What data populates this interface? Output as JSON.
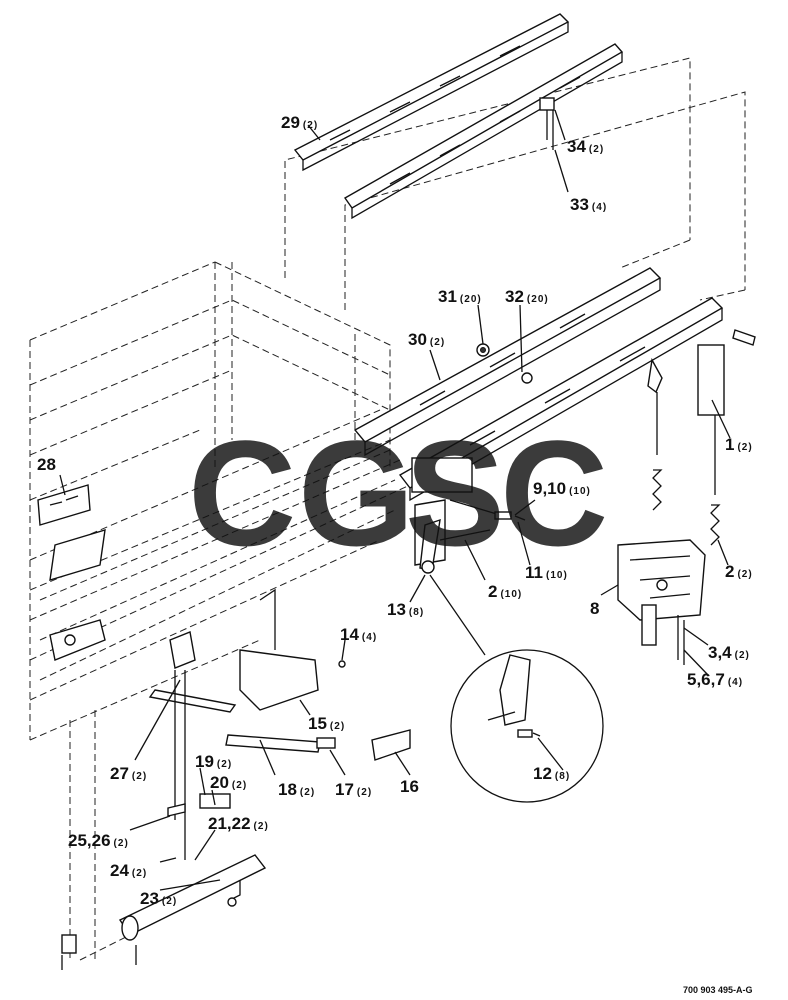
{
  "diagram": {
    "reference_code": "700 903 495-A-G",
    "watermark": {
      "letters": [
        "C",
        "G",
        "S",
        "C"
      ],
      "colors": [
        "#4f86f0",
        "#f2544b",
        "#f6c52e",
        "#2fa36a"
      ]
    },
    "callouts": [
      {
        "num": "29",
        "qty": "(2)"
      },
      {
        "num": "34",
        "qty": "(2)"
      },
      {
        "num": "33",
        "qty": "(4)"
      },
      {
        "num": "31",
        "qty": "(20)"
      },
      {
        "num": "32",
        "qty": "(20)"
      },
      {
        "num": "30",
        "qty": "(2)"
      },
      {
        "num": "1",
        "qty": "(2)"
      },
      {
        "num": "28",
        "qty": ""
      },
      {
        "num": "9,10",
        "qty": "(10)"
      },
      {
        "num": "11",
        "qty": "(10)"
      },
      {
        "num": "2",
        "qty": "(10)"
      },
      {
        "num": "2",
        "qty": "(2)"
      },
      {
        "num": "13",
        "qty": "(8)"
      },
      {
        "num": "8",
        "qty": ""
      },
      {
        "num": "14",
        "qty": "(4)"
      },
      {
        "num": "3,4",
        "qty": "(2)"
      },
      {
        "num": "5,6,7",
        "qty": "(4)"
      },
      {
        "num": "15",
        "qty": "(2)"
      },
      {
        "num": "12",
        "qty": "(8)"
      },
      {
        "num": "27",
        "qty": "(2)"
      },
      {
        "num": "19",
        "qty": "(2)"
      },
      {
        "num": "20",
        "qty": "(2)"
      },
      {
        "num": "18",
        "qty": "(2)"
      },
      {
        "num": "17",
        "qty": "(2)"
      },
      {
        "num": "16",
        "qty": ""
      },
      {
        "num": "21,22",
        "qty": "(2)"
      },
      {
        "num": "25,26",
        "qty": "(2)"
      },
      {
        "num": "24",
        "qty": "(2)"
      },
      {
        "num": "23",
        "qty": "(2)"
      }
    ]
  }
}
